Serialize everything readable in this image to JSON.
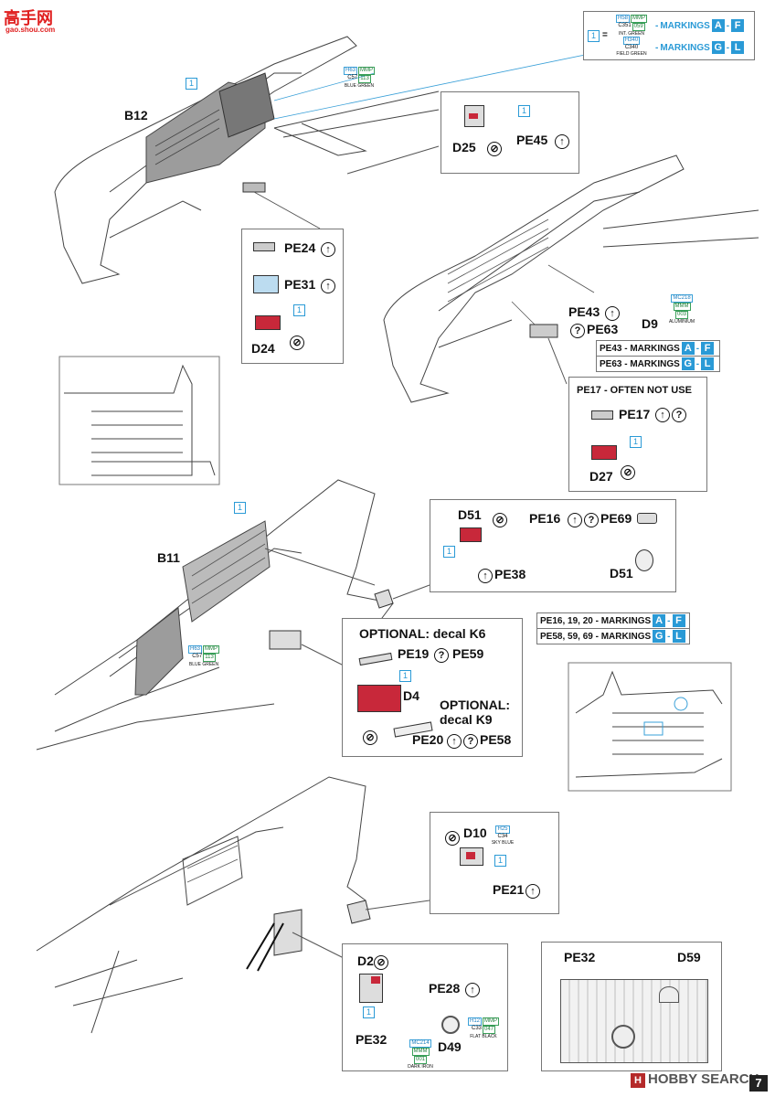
{
  "watermark_top": {
    "text": "高手网",
    "sub": "gao.shou.com"
  },
  "watermark_bottom": {
    "text": "HOBBY SEARCH",
    "logo": "H"
  },
  "page_number": "7",
  "legend": {
    "paint1": {
      "h": "H58",
      "mmp": "MMP",
      "c": "C351",
      "mmp_code": "059",
      "name": "INT. GREEN"
    },
    "paint2": {
      "h": "H340",
      "c": "C340",
      "name": "FIELD GREEN"
    },
    "eq": "=",
    "num": "1",
    "mk1": "MARKINGS",
    "mk1_a": "A",
    "mk1_b": "F",
    "mk2": "MARKINGS",
    "mk2_a": "G",
    "mk2_b": "L",
    "dash": "-"
  },
  "sec1": {
    "part": "B12",
    "paint": {
      "h": "H63",
      "mmp": "MMP",
      "c": "C57",
      "code": "113",
      "name": "BLUE GREEN"
    },
    "num": "1"
  },
  "box_d25": {
    "d25": "D25",
    "pe45": "PE45",
    "num": "1"
  },
  "box_d24": {
    "pe24": "PE24",
    "pe31": "PE31",
    "d24": "D24",
    "num": "1"
  },
  "sec2": {
    "pe43": "PE43",
    "pe63": "PE63",
    "d9": "D9",
    "paint": {
      "h": "MC218",
      "m": "MMM",
      "code": "003",
      "name": "ALUMINIUM"
    },
    "mk_pe43": "PE43 - MARKINGS",
    "mk_pe43_a": "A",
    "mk_pe43_b": "F",
    "mk_pe63": "PE63 - MARKINGS",
    "mk_pe63_a": "G",
    "mk_pe63_b": "L"
  },
  "box_pe17": {
    "title": "PE17 - OFTEN NOT USE",
    "pe17": "PE17",
    "d27": "D27",
    "num": "1"
  },
  "sec3": {
    "part": "B11",
    "num": "1",
    "paint": {
      "h": "H63",
      "mmp": "MMP",
      "c": "C57",
      "code": "113",
      "name": "BLUE GREEN"
    }
  },
  "box_d51": {
    "d51a": "D51",
    "num": "1",
    "pe38": "PE38",
    "pe16": "PE16",
    "pe69": "PE69",
    "d51b": "D51"
  },
  "mk_pe16": {
    "text": "PE16, 19, 20 - MARKINGS",
    "a": "A",
    "b": "F"
  },
  "mk_pe58": {
    "text": "PE58, 59, 69 - MARKINGS",
    "a": "G",
    "b": "L"
  },
  "box_d4": {
    "opt1": "OPTIONAL: decal K6",
    "pe19": "PE19",
    "pe59": "PE59",
    "d4": "D4",
    "num": "1",
    "opt2a": "OPTIONAL:",
    "opt2b": "decal K9",
    "pe20": "PE20",
    "pe58": "PE58"
  },
  "box_d10": {
    "d10": "D10",
    "paint": {
      "h": "H25",
      "c": "C34",
      "name": "SKY BLUE"
    },
    "num": "1",
    "pe21": "PE21"
  },
  "box_d2": {
    "d2": "D2",
    "pe28": "PE28",
    "pe32": "PE32",
    "d49": "D49",
    "num": "1",
    "paint1": {
      "h": "H12",
      "mmp": "MMP",
      "c": "C33",
      "code": "047",
      "name": "FLAT BLACK"
    },
    "paint2": {
      "h": "MC214",
      "m": "MMM",
      "code": "001",
      "name": "DARK IRON"
    }
  },
  "box_pe32": {
    "pe32": "PE32",
    "d59": "D59"
  },
  "icons": {
    "bend": "bend-arrow-icon",
    "optional": "question-icon",
    "decal": "decal-icon"
  }
}
